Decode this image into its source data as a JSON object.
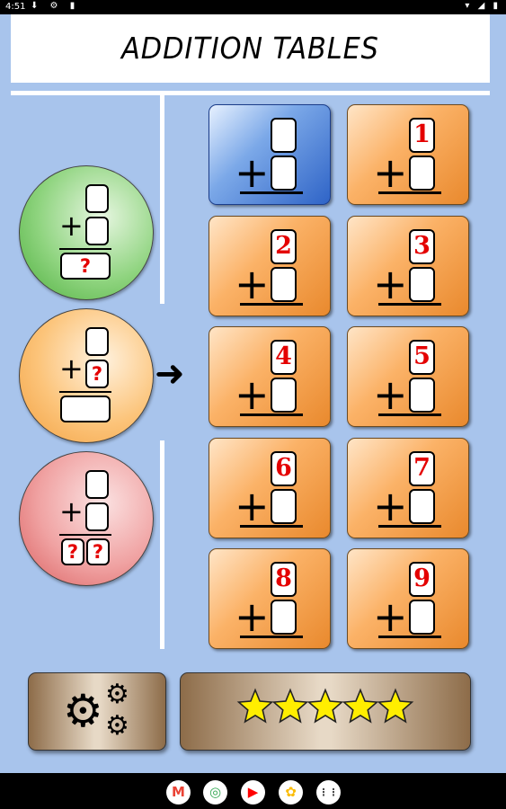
{
  "status_bar": {
    "time": "4:51",
    "left_icons": "⬇ ⚙ ▮",
    "right_icons": "▾ ◢ ▮"
  },
  "title": "ADDITION TABLES",
  "modes": [
    {
      "name": "green",
      "bottom_label": "?"
    },
    {
      "name": "orange",
      "middle_label": "?"
    },
    {
      "name": "red",
      "bottom_labels": [
        "?",
        "?"
      ]
    }
  ],
  "plus_sign": "+",
  "arrow": "➜",
  "tables": [
    {
      "number": "",
      "selected": true
    },
    {
      "number": "1"
    },
    {
      "number": "2"
    },
    {
      "number": "3"
    },
    {
      "number": "4"
    },
    {
      "number": "5"
    },
    {
      "number": "6"
    },
    {
      "number": "7"
    },
    {
      "number": "8"
    },
    {
      "number": "9"
    }
  ],
  "bottom_buttons": {
    "settings_icon": "gears-icon",
    "stars_count": 5,
    "star_color": "#ffee00"
  },
  "nav_apps": [
    {
      "name": "gmail-icon",
      "glyph": "M",
      "color": "#ea4335"
    },
    {
      "name": "chrome-icon",
      "glyph": "◎",
      "color": "#34a853"
    },
    {
      "name": "youtube-icon",
      "glyph": "▶",
      "color": "#ff0000"
    },
    {
      "name": "photos-icon",
      "glyph": "✿",
      "color": "#fbbc05"
    },
    {
      "name": "apps-icon",
      "glyph": "⋮⋮",
      "color": "#444444"
    }
  ]
}
